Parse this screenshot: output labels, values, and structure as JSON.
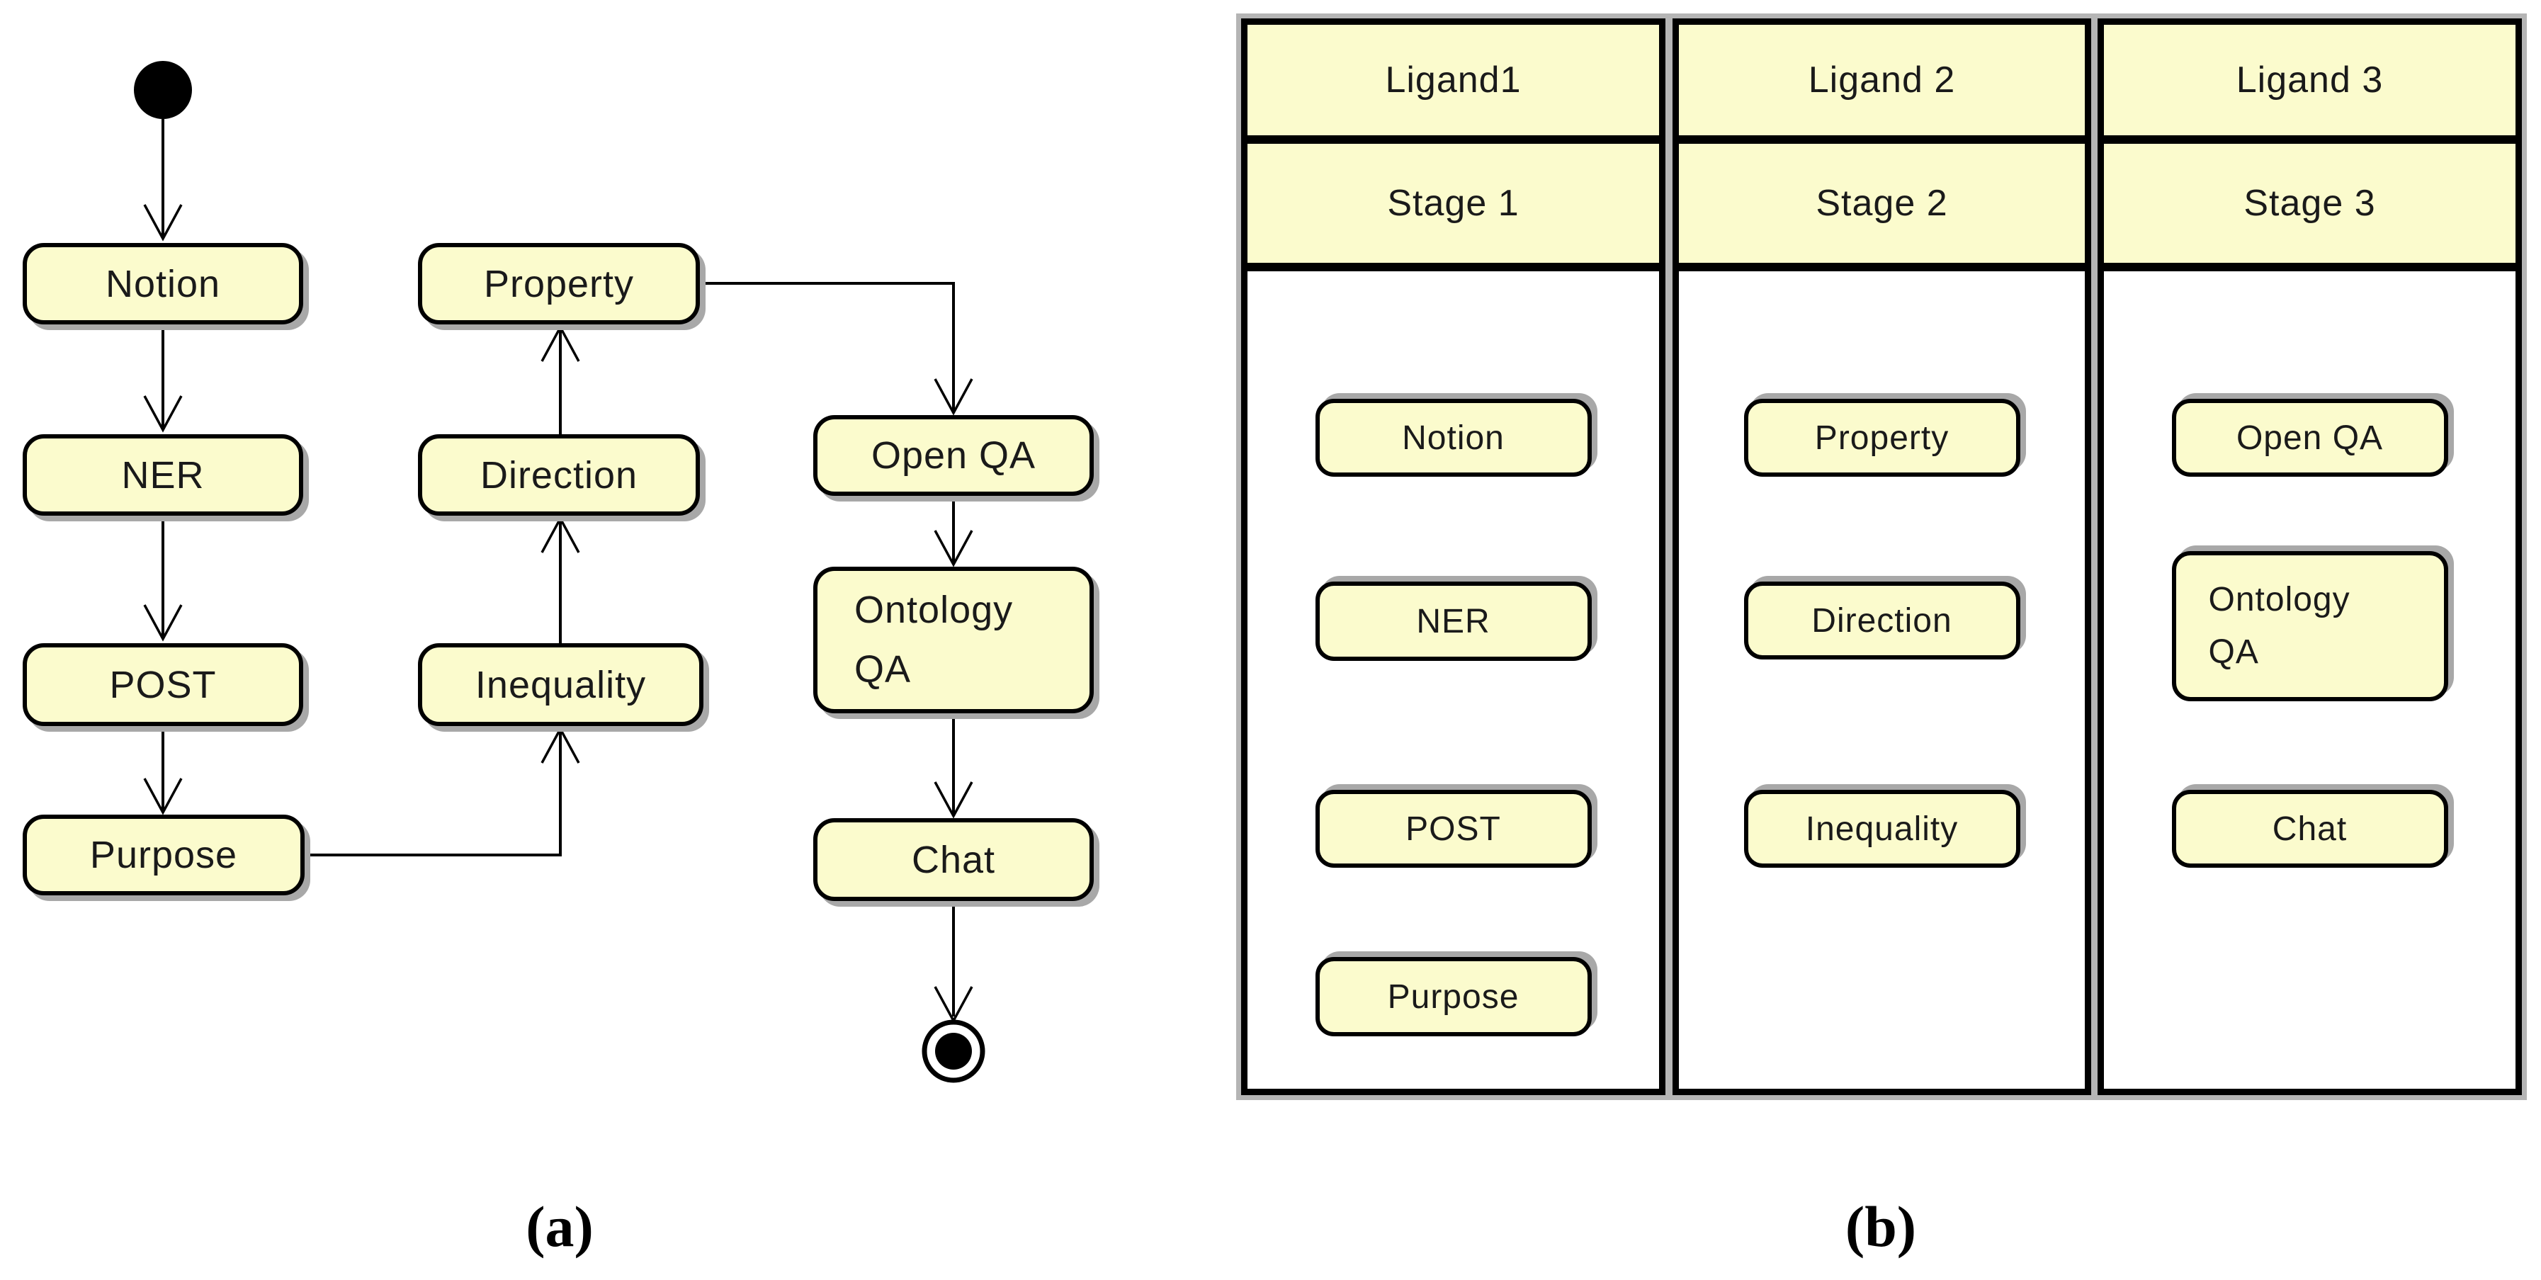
{
  "caption": {
    "a": "(a)",
    "b": "(b)"
  },
  "colors": {
    "node_fill": "#FBFBCD",
    "border": "#000000",
    "shadow": "#A8A8A8",
    "text": "#1A1A1A",
    "background": "#FFFFFF"
  },
  "activity": {
    "nodes": {
      "notion": "Notion",
      "ner": "NER",
      "post": "POST",
      "purpose": "Purpose",
      "property": "Property",
      "direction": "Direction",
      "inequality": "Inequality",
      "open_qa": "Open QA",
      "ontology_qa": "Ontology\nQA",
      "chat": "Chat"
    }
  },
  "table": {
    "columns": [
      {
        "ligand": "Ligand1",
        "stage": "Stage 1",
        "items": [
          "Notion",
          "NER",
          "POST",
          "Purpose"
        ]
      },
      {
        "ligand": "Ligand 2",
        "stage": "Stage 2",
        "items": [
          "Property",
          "Direction",
          "Inequality"
        ]
      },
      {
        "ligand": "Ligand 3",
        "stage": "Stage 3",
        "items": [
          "Open QA",
          "Ontology\nQA",
          "Chat"
        ]
      }
    ]
  }
}
